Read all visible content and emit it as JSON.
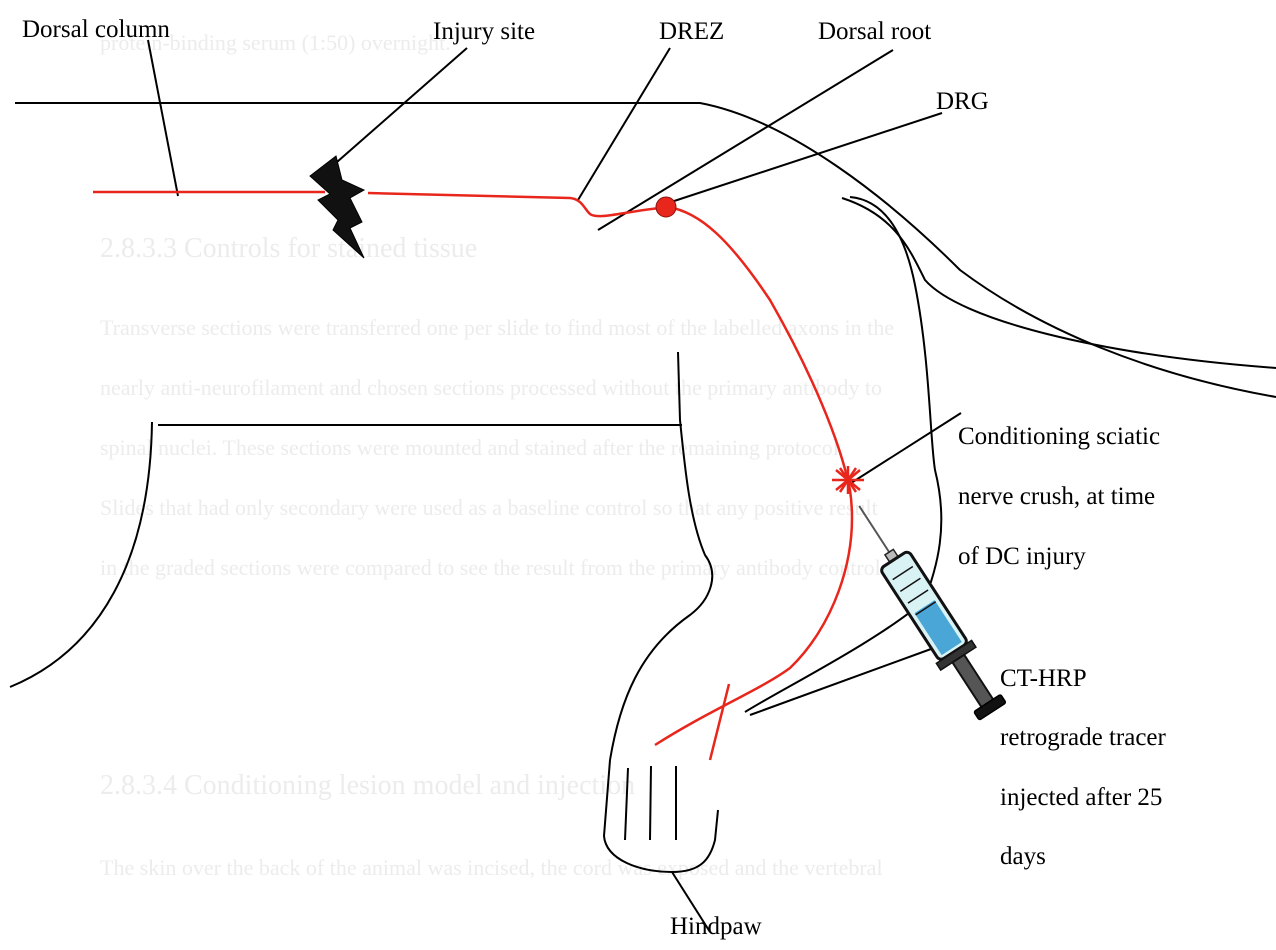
{
  "background_text": {
    "line_1": "protein-binding serum (1:50) overnight.",
    "heading_1": "2.8.3.3 Controls for stained tissue",
    "para_1": "Transverse sections were transferred one per slide to find most of the labelled axons in the",
    "para_2": "nearly anti-neurofilament and chosen sections processed without the primary antibody to",
    "para_3": "spinal nuclei. These sections were mounted and stained after the remaining protocol.",
    "para_4": "Slides that had only secondary were used as a baseline control so that any positive result",
    "para_5": "in the graded sections were compared to see the result from the primary antibody control.",
    "heading_2": "2.8.3.4 Conditioning lesion model and injection",
    "para_6": "The skin over the back of the animal was incised, the cord was exposed and the vertebral"
  },
  "labels": {
    "dorsal_column": "Dorsal column",
    "injury_site": "Injury site",
    "drez": "DREZ",
    "dorsal_root": "Dorsal root",
    "drg": "DRG",
    "crush_line1": "Conditioning sciatic",
    "crush_line2": "nerve crush, at time",
    "crush_line3": "of DC injury",
    "tracer_line1": "CT-HRP",
    "tracer_line2": "retrograde tracer",
    "tracer_line3": "injected after 25",
    "tracer_line4": "days",
    "hindpaw": "Hindpaw"
  },
  "colors": {
    "nerve": "#e8261c",
    "outline": "#000000",
    "background_text": "#ececec"
  },
  "icons": {
    "injury": "lightning-bolt-icon",
    "crush": "starburst-icon",
    "syringe": "syringe-icon"
  }
}
